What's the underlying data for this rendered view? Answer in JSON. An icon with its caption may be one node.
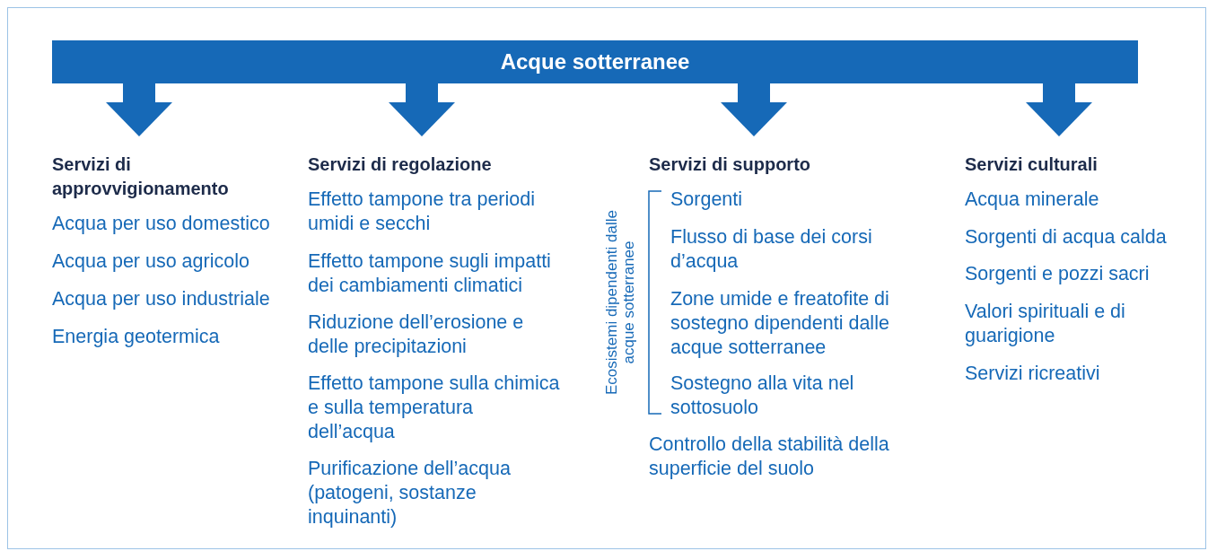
{
  "diagram": {
    "nodes": [
      {
        "text": [
          "Acque sotterranee"
        ]
      },
      {
        "text": [
          "Servizi di approvvigionamento"
        ]
      },
      {
        "text": [
          "Servizi di regolazione"
        ]
      },
      {
        "text": [
          "Servizi di supporto"
        ]
      },
      {
        "text": [
          "Servizi culturali"
        ]
      }
    ],
    "edges": [
      {
        "from": 0,
        "to": 1,
        "arrow": "to"
      },
      {
        "from": 0,
        "to": 2,
        "arrow": "to"
      },
      {
        "from": 0,
        "to": 3,
        "arrow": "to"
      },
      {
        "from": 0,
        "to": 4,
        "arrow": "to"
      }
    ],
    "labels": [
      "Acqua per uso domestico",
      "Acqua per uso agricolo",
      "Acqua per uso industriale",
      "Energia geotermica",
      "Effetto tampone tra periodi umidi e secchi",
      "Effetto tampone sugli impatti dei cambiamenti climatici",
      "Riduzione dell’erosione e delle precipitazioni",
      "Effetto tampone sulla chimica e sulla temperatura dell’acqua",
      "Purificazione dell’acqua (patogeni, sostanze inquinanti)",
      "Ecosistemi dipendenti dalle acque sotterranee",
      "Sorgenti",
      "Flusso di base dei corsi d’acqua",
      "Zone umide e freatofite di sostegno dipendenti dalle acque sotterranee",
      "Sostegno alla vita nel sottosuolo",
      "Controllo della stabilità della superficie del suolo",
      "Acqua minerale",
      "Sorgenti di acqua calda",
      "Sorgenti e pozzi sacri",
      "Valori spirituali e di guarigione",
      "Servizi ricreativi"
    ]
  }
}
